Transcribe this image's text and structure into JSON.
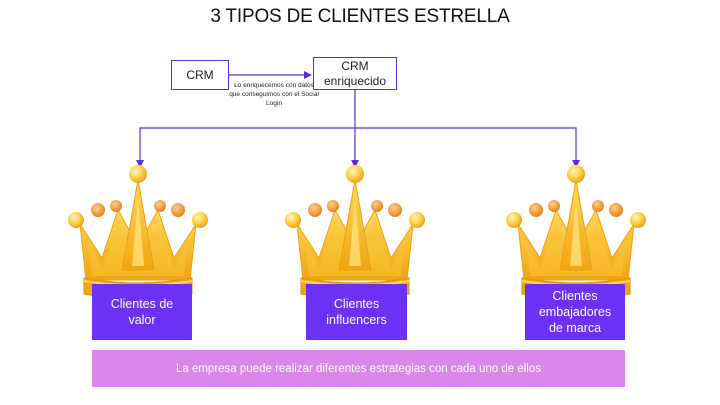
{
  "title": "3 TIPOS DE CLIENTES ESTRELLA",
  "crm": "CRM",
  "crm_enriched": "CRM enriquecido",
  "arrow_note": "Lo enriquecemos con datos que conseguimos con el Social Login",
  "clients": [
    {
      "label": "Clientes de valor",
      "icon": "crown-icon"
    },
    {
      "label": "Clientes influencers",
      "icon": "crown-icon"
    },
    {
      "label": "Clientes embajadores de marca",
      "icon": "crown-icon"
    }
  ],
  "footer": "La empresa puede realizar diferentes estrategias con cada uno de ellos",
  "colors": {
    "accent": "#6c31f5",
    "connector": "#5b2fd6",
    "footer": "#d987e9",
    "crown_gold": "#f6b51d",
    "crown_light": "#ffd95a",
    "crown_jewel": "#ee8f1e"
  }
}
